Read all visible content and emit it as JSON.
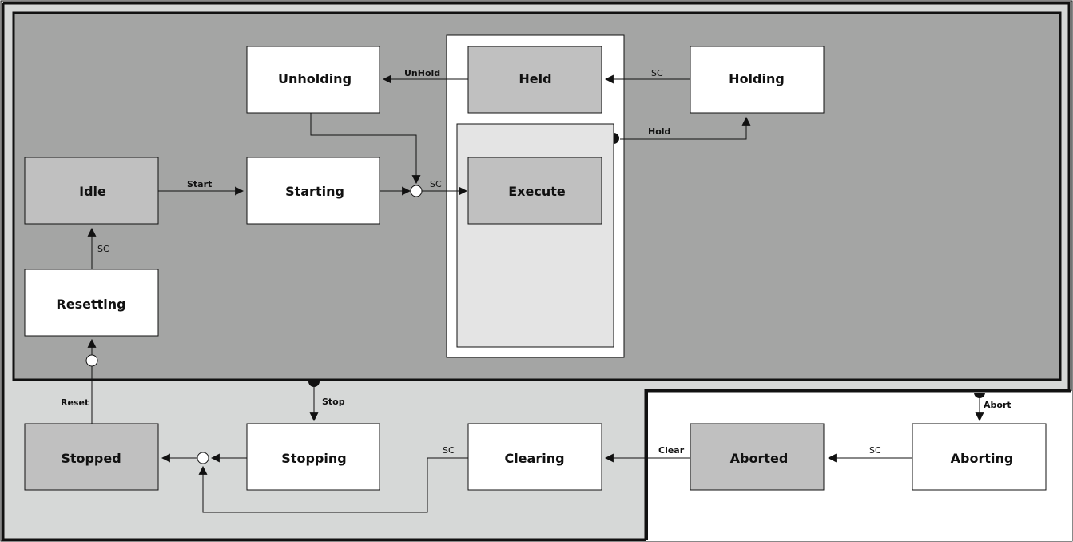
{
  "states": {
    "unholding": "Unholding",
    "held": "Held",
    "holding": "Holding",
    "idle": "Idle",
    "starting": "Starting",
    "execute": "Execute",
    "resetting": "Resetting",
    "stopped": "Stopped",
    "stopping": "Stopping",
    "clearing": "Clearing",
    "aborted": "Aborted",
    "aborting": "Aborting"
  },
  "transitions": {
    "unhold": "UnHold",
    "sc_held": "SC",
    "hold": "Hold",
    "start": "Start",
    "sc_execute": "SC",
    "sc_idle": "SC",
    "reset": "Reset",
    "stop": "Stop",
    "sc_clearing": "SC",
    "clear": "Clear",
    "sc_aborted": "SC",
    "abort": "Abort"
  },
  "colors": {
    "outer_region": "#d6d8d7",
    "inner_region": "#a4a5a4",
    "abort_region": "#ffffff",
    "execute_region": "#e4e4e4",
    "active_state": "#ffffff",
    "wait_state": "#c0c0c0",
    "line": "#111111"
  }
}
